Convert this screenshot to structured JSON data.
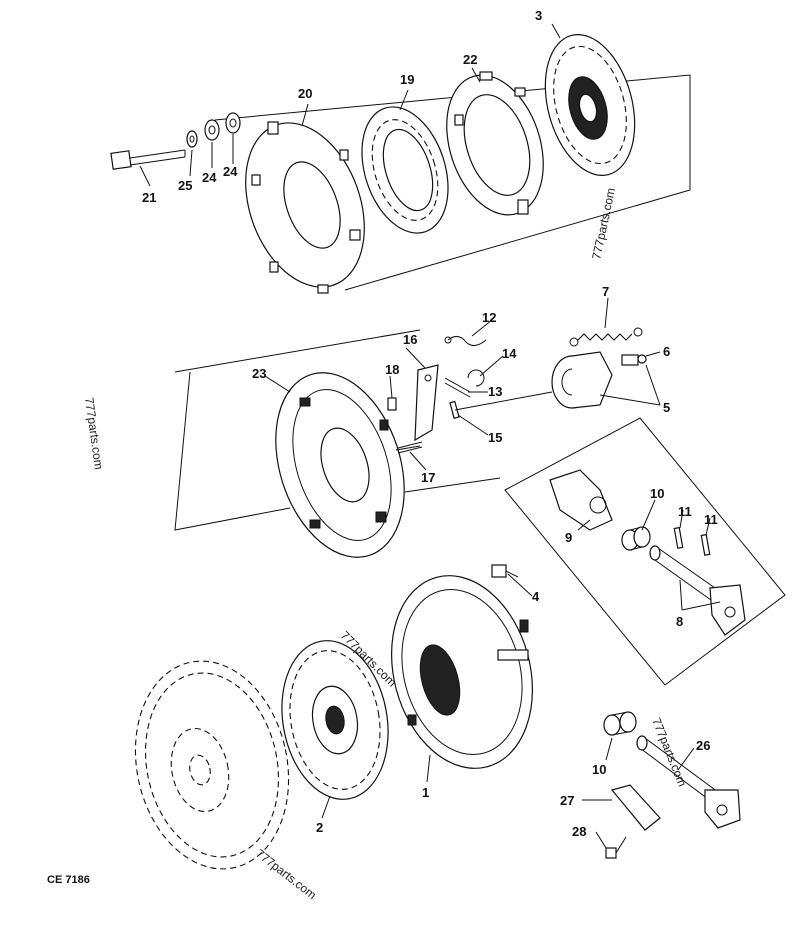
{
  "diagram": {
    "reference_code": "CE 7186",
    "watermarks": [
      "777parts.com",
      "777parts.com",
      "777parts.com",
      "777parts.com",
      "777parts.com"
    ],
    "callouts": {
      "c1": "1",
      "c2": "2",
      "c3": "3",
      "c4": "4",
      "c5": "5",
      "c6": "6",
      "c7": "7",
      "c8": "8",
      "c9": "9",
      "c10a": "10",
      "c10b": "10",
      "c11a": "11",
      "c11b": "11",
      "c12": "12",
      "c13": "13",
      "c14": "14",
      "c15": "15",
      "c16": "16",
      "c17": "17",
      "c18": "18",
      "c19": "19",
      "c20": "20",
      "c21": "21",
      "c22": "22",
      "c23": "23",
      "c24a": "24",
      "c24b": "24",
      "c25": "25",
      "c26": "26",
      "c27": "27",
      "c28": "28"
    }
  }
}
